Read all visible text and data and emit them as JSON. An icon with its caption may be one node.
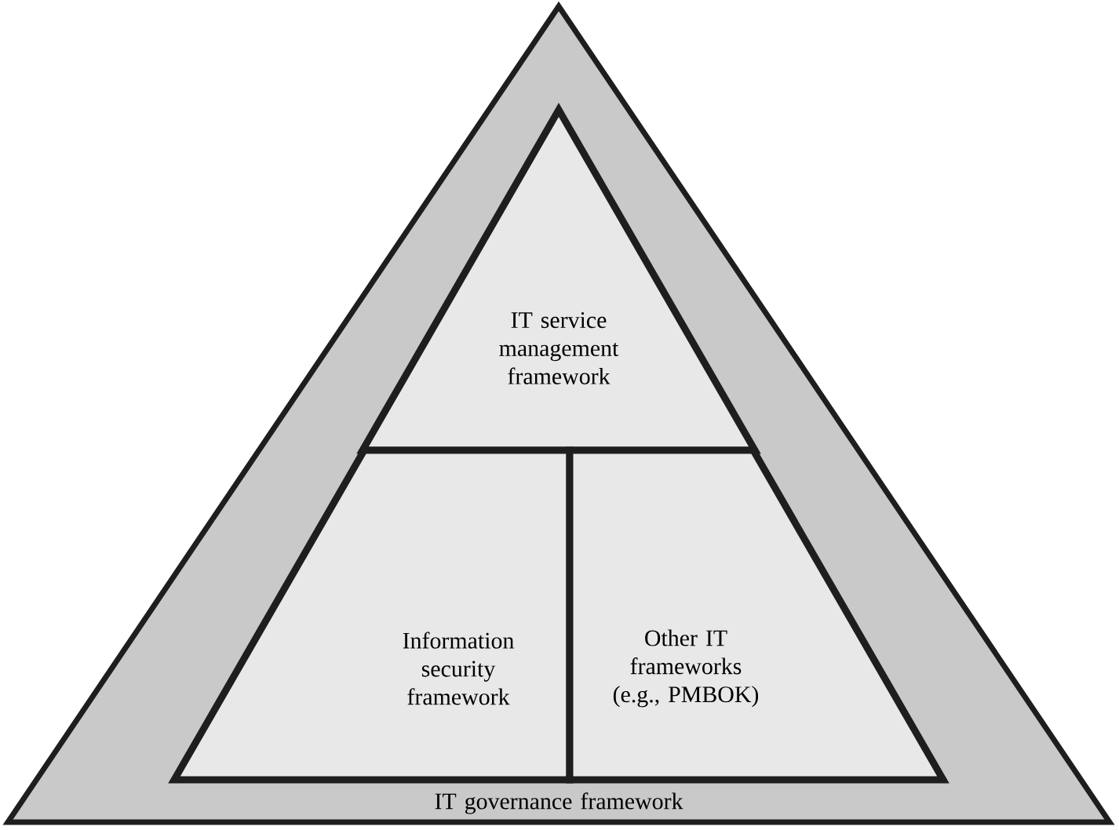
{
  "diagram": {
    "nodes": [
      {
        "text": [
          "IT governance framework"
        ]
      },
      {
        "text": [
          "IT service management framework"
        ],
        "in": 0
      },
      {
        "text": [
          "Information security framework"
        ],
        "in": 0
      },
      {
        "text": [
          "Other IT frameworks (e.g., PMBOK)"
        ],
        "in": 0
      }
    ]
  }
}
